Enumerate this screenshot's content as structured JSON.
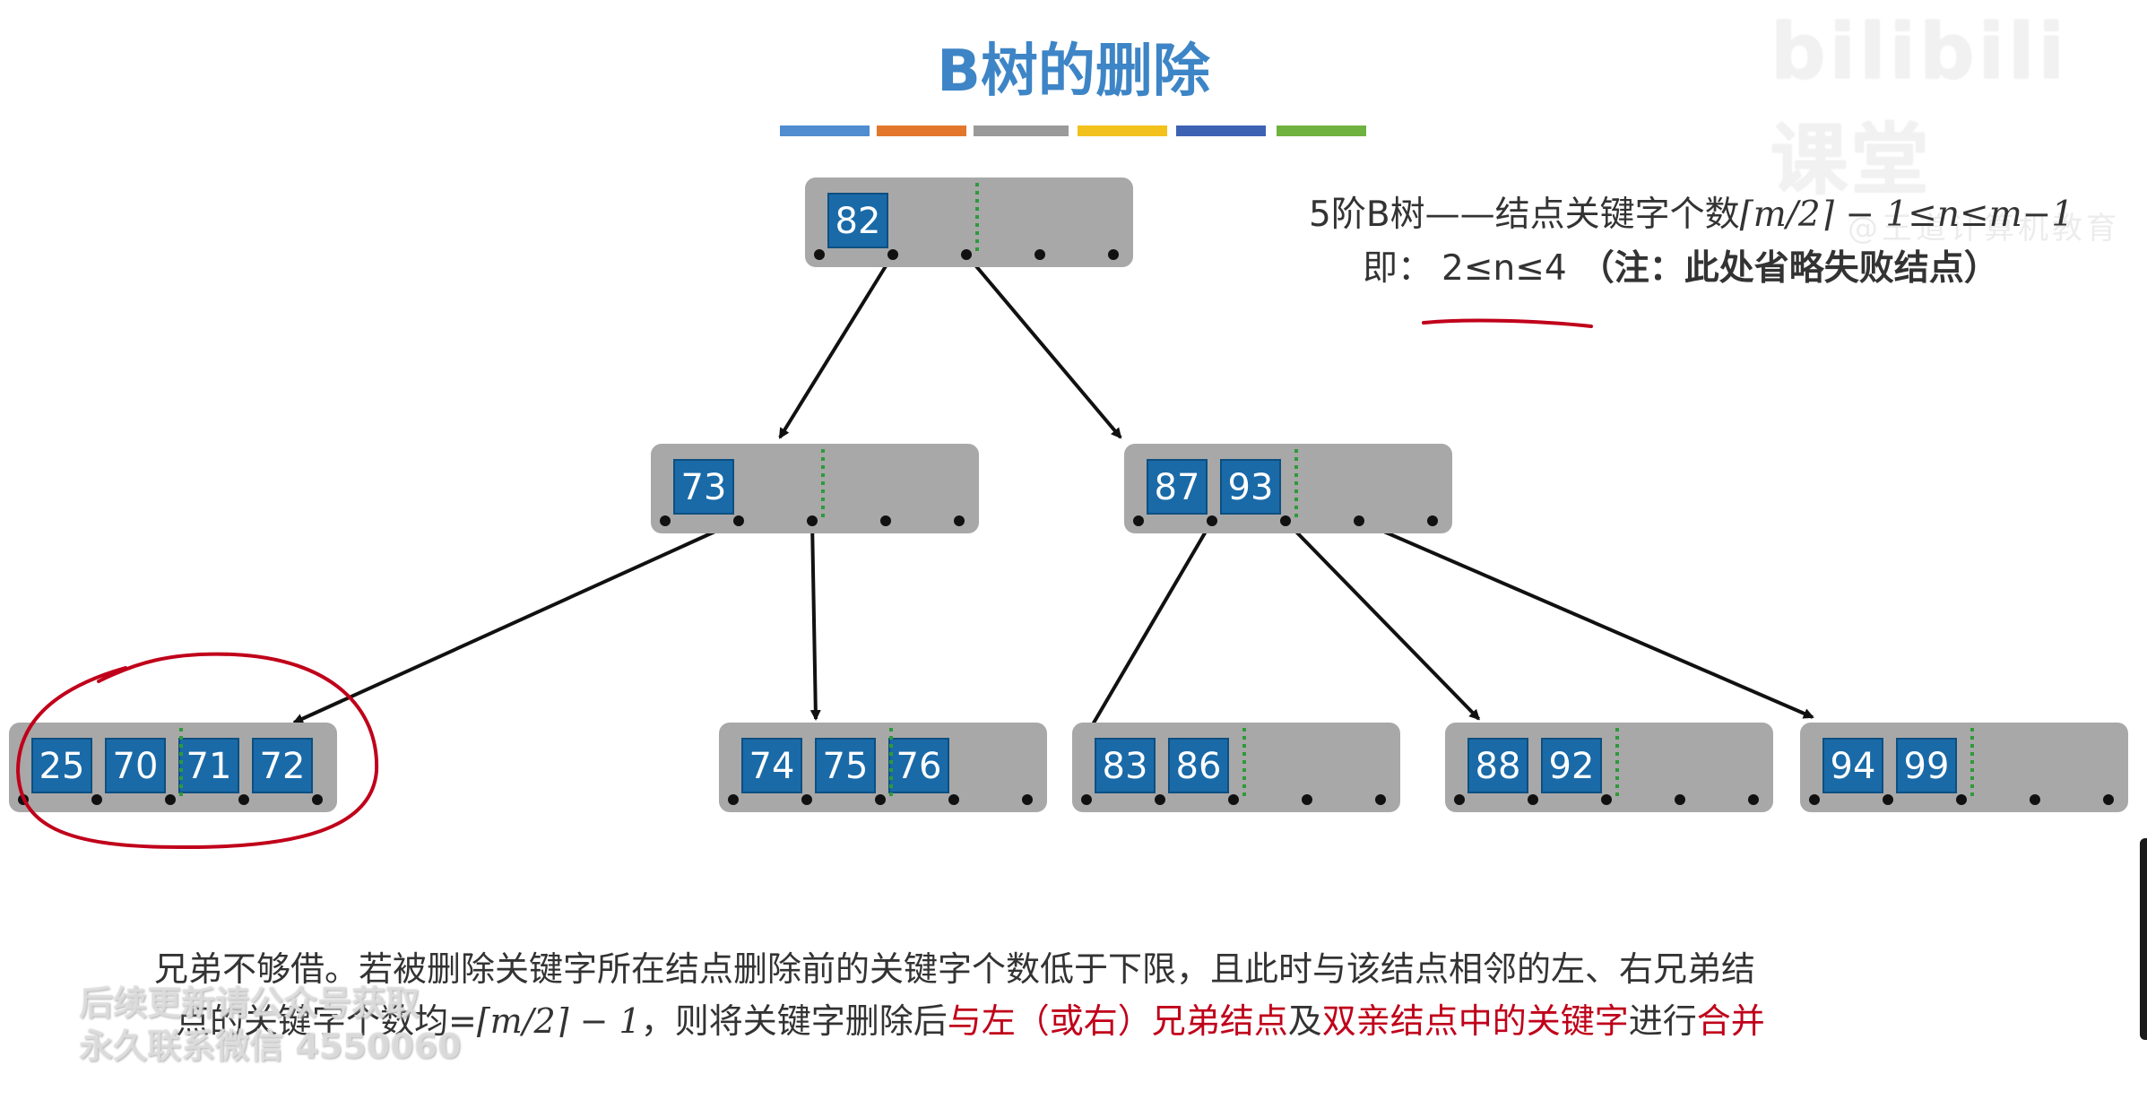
{
  "title": "B树的删除",
  "accent_colors": [
    "#4f8dd0",
    "#e2772b",
    "#9a9a9a",
    "#f2c11b",
    "#3d62b3",
    "#6fb23f"
  ],
  "logo": {
    "text": "bilibili课堂",
    "subtitle": "@王道计算机教育"
  },
  "note": {
    "line1_prefix": "5阶B树——结点关键字个数",
    "line1_formula": "⌈m/2⌉ − 1≤n≤m−1",
    "line2_prefix": "即：",
    "line2_range": "2≤n≤4",
    "line2_suffix": "（注：此处省略失败结点）"
  },
  "tree": {
    "node_color": "#a8a8a8",
    "key_color": "#1a6aa8",
    "nodes": [
      {
        "id": "root",
        "keys": [
          "82"
        ]
      },
      {
        "id": "l1-left",
        "keys": [
          "73"
        ]
      },
      {
        "id": "l1-right",
        "keys": [
          "87",
          "93"
        ]
      },
      {
        "id": "leaf-1",
        "keys": [
          "25",
          "70",
          "71",
          "72"
        ]
      },
      {
        "id": "leaf-2",
        "keys": [
          "74",
          "75",
          "76"
        ]
      },
      {
        "id": "leaf-3",
        "keys": [
          "83",
          "86"
        ]
      },
      {
        "id": "leaf-4",
        "keys": [
          "88",
          "92"
        ]
      },
      {
        "id": "leaf-5",
        "keys": [
          "94",
          "99"
        ]
      }
    ]
  },
  "body": {
    "line1": "兄弟不够借。若被删除关键字所在结点删除前的关键字个数低于下限，且此时与该结点相邻的左、右兄弟结",
    "line2_a": "点的关键字个数均=",
    "line2_formula": "⌈m/2⌉ − 1",
    "line2_b": "，则将关键字删除后",
    "line2_red1": "与左（或右）兄弟结点",
    "line2_c": "及",
    "line2_red2": "双亲结点中的关键字",
    "line2_d": "进行",
    "line2_red3": "合并"
  },
  "watermark": {
    "line1": "后续更新请公众号获取",
    "line2": "永久联系微信 4550060"
  }
}
